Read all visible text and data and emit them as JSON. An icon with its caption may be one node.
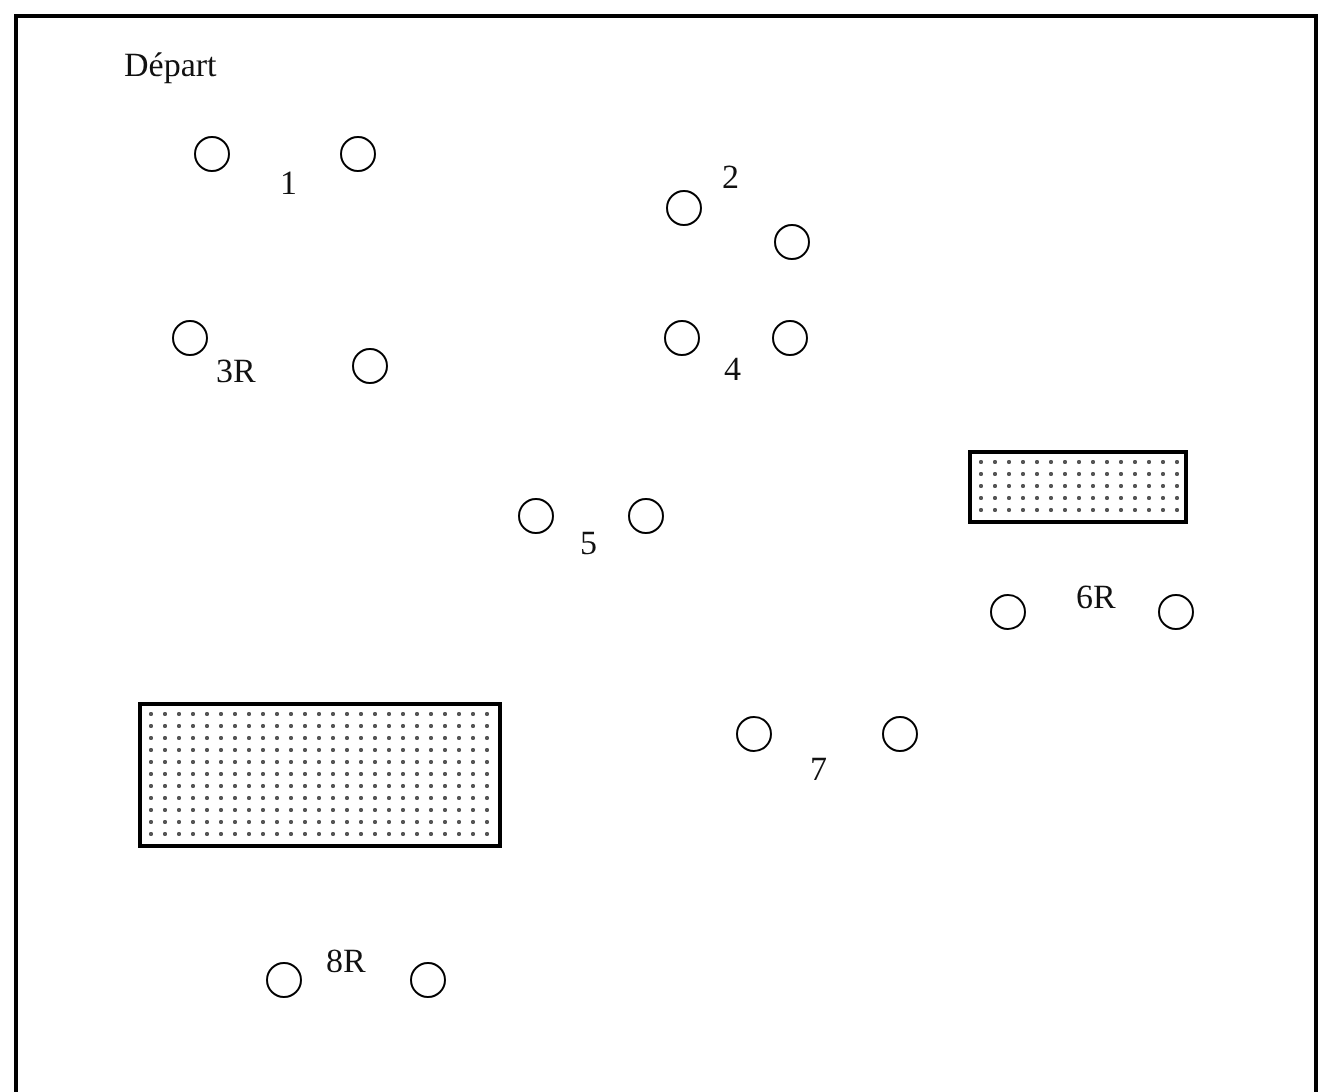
{
  "diagram": {
    "nodes": [
      {
        "text": [],
        "shape": "circle"
      },
      {
        "text": [],
        "shape": "circle"
      },
      {
        "text": [],
        "shape": "circle"
      },
      {
        "text": [],
        "shape": "circle"
      },
      {
        "text": [],
        "shape": "circle"
      },
      {
        "text": [],
        "shape": "circle"
      },
      {
        "text": [],
        "shape": "circle"
      },
      {
        "text": [],
        "shape": "circle"
      },
      {
        "text": [],
        "shape": "box"
      },
      {
        "text": [],
        "shape": "circle"
      },
      {
        "text": [],
        "shape": "circle"
      },
      {
        "text": [],
        "shape": "circle"
      },
      {
        "text": [],
        "shape": "circle"
      },
      {
        "text": [],
        "shape": "box"
      },
      {
        "text": [],
        "shape": "circle"
      },
      {
        "text": [],
        "shape": "circle"
      },
      {
        "text": [],
        "shape": "circle"
      },
      {
        "text": [],
        "shape": "circle"
      }
    ],
    "labels": [
      "Départ",
      "1",
      "2",
      "3R",
      "4",
      "5",
      "6R",
      "7",
      "8R"
    ]
  }
}
